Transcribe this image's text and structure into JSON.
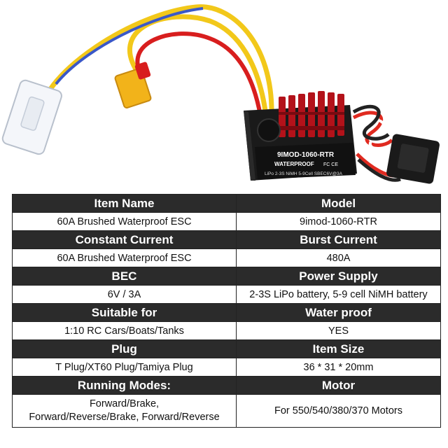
{
  "product_image": {
    "model_text": "9IMOD-1060-RTR",
    "waterproof_text": "WATERPROOF",
    "spec_text": "LiPo 2-3S NiMH 5-9Cell SBEC6V@3A",
    "cert_marks": "FC CE"
  },
  "spec_table": {
    "rows": [
      {
        "type": "header",
        "left": "Item Name",
        "right": "Model"
      },
      {
        "type": "value",
        "left": "60A Brushed Waterproof ESC",
        "right": "9imod-1060-RTR"
      },
      {
        "type": "header",
        "left": "Constant Current",
        "right": "Burst Current"
      },
      {
        "type": "value",
        "left": "60A Brushed Waterproof ESC",
        "right": "480A"
      },
      {
        "type": "header",
        "left": "BEC",
        "right": "Power Supply"
      },
      {
        "type": "value",
        "left": "6V / 3A",
        "right": "2-3S LiPo battery, 5-9 cell NiMH battery"
      },
      {
        "type": "header",
        "left": "Suitable for",
        "right": "Water proof"
      },
      {
        "type": "value",
        "left": "1:10 RC Cars/Boats/Tanks",
        "right": "YES"
      },
      {
        "type": "header",
        "left": "Plug",
        "right": "Item Size"
      },
      {
        "type": "value",
        "left": "T Plug/XT60 Plug/Tamiya Plug",
        "right": "36 * 31 * 20mm"
      },
      {
        "type": "header",
        "left": "Running Modes:",
        "right": "Motor"
      },
      {
        "type": "value",
        "left_lines": [
          "Forward/Brake,",
          "Forward/Reverse/Brake, Forward/Reverse"
        ],
        "right": "For 550/540/380/370 Motors"
      }
    ]
  }
}
